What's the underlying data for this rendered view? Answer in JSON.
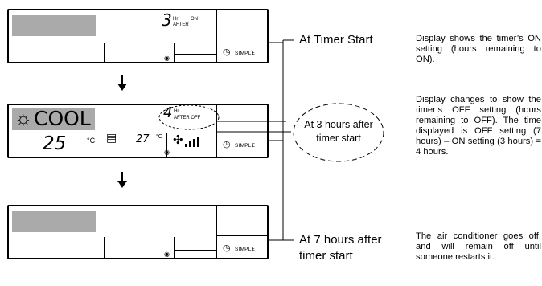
{
  "panels": [
    {
      "digit": "3",
      "hr": "Hr",
      "on": "ON",
      "after": "AFTER",
      "simple": "SIMPLE"
    },
    {
      "mode_text": "COOL",
      "temp1": "25",
      "unit1": "°C",
      "temp2": "27",
      "unit2": "°C",
      "digit": "4",
      "hr": "Hr",
      "after_off": "AFTER OFF",
      "simple": "SIMPLE"
    },
    {
      "simple": "SIMPLE"
    }
  ],
  "labels": {
    "timer_start": "At Timer Start",
    "three_hours": "At 3 hours after timer start",
    "seven_hours_line1": "At 7 hours after",
    "seven_hours_line2": "timer start"
  },
  "notes": {
    "note1": "Display shows the timer’s ON setting (hours remaining to ON).",
    "note2": "Display changes to show the timer’s OFF setting (hours remaining to OFF). The time displayed is OFF setting (7 hours) – ON setting (3 hours) = 4 hours.",
    "note3": "The air conditioner goes off, and will remain off until someone restarts it."
  }
}
